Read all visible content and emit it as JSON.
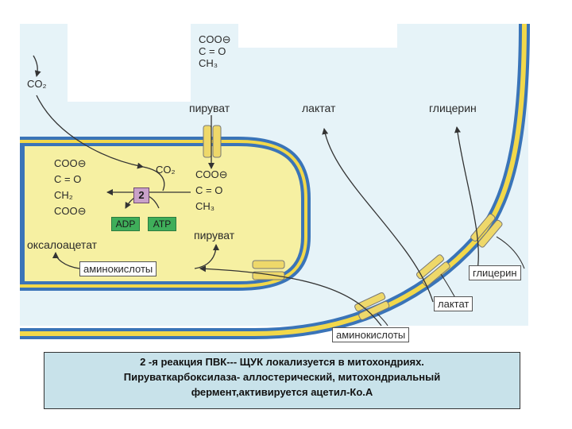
{
  "top": {
    "co2": "CO₂",
    "pyruvate_struct": [
      "COO⊖",
      "C = O",
      "CH₃"
    ],
    "pyruvate": "пируват",
    "lactate": "лактат",
    "glycerol": "глицерин"
  },
  "mito": {
    "oaa_struct": [
      "COO⊖",
      "C = O",
      "CH₂",
      "COO⊖"
    ],
    "co2": "CO₂",
    "pyruvate_struct": [
      "COO⊖",
      "C = O",
      "CH₃"
    ],
    "pyruvate": "пируват",
    "oxaloacetate": "оксалоацетат",
    "reaction_number": "2",
    "adp": "ADP",
    "atp": "ATP",
    "amino_acids_box": "аминокислоты"
  },
  "transport_boxes": {
    "glycerol": "глицерин",
    "lactate": "лактат",
    "amino_acids": "аминокислоты"
  },
  "caption": {
    "line1": "2 -я реакция ПВК--- ЩУК  локализуется в митохондриях.",
    "line2": "Пируваткарбоксилаза- аллостерический, митохондриальный",
    "line3": "фермент,активируется  ацетил-Ко.А"
  },
  "colors": {
    "mito_fill": "#f6f0a2",
    "membrane_outer": "#3a74b8",
    "membrane_mid": "#f2d84a",
    "transporter": "#eed86a",
    "caption_bg": "#c8e2ea",
    "enzyme_box": "#c9a1c9",
    "nucleotide_box": "#3fae5a"
  }
}
